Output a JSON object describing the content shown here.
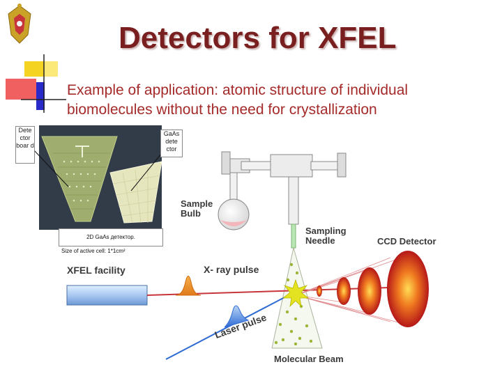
{
  "slide": {
    "title": "Detectors for XFEL",
    "subtitle": "Example of application: atomic structure of individual biomolecules without the need for crystallization"
  },
  "photo": {
    "callout_left": "Dete ctor boar d",
    "callout_right": "GaAs dete ctor",
    "caption": "2D GaAs детектор.",
    "active_cell": "Size of active cell: 1*1cm²"
  },
  "diagram": {
    "sample_bulb": "Sample\nBulb",
    "sampling_needle": "Sampling\nNeedle",
    "ccd_detector": "CCD Detector",
    "xfel_facility": "XFEL facility",
    "xray_pulse": "X- ray pulse",
    "laser_pulse": "Laser pulse",
    "molecular_beam": "Molecular Beam"
  },
  "colors": {
    "title": "#7a1f1f",
    "subtitle": "#a52a2a",
    "beam": "#c7343a",
    "laser": "#2f6bd4",
    "deco_yellow": "#f5d322",
    "deco_red": "#e64545",
    "deco_blue": "#2a2acb"
  }
}
